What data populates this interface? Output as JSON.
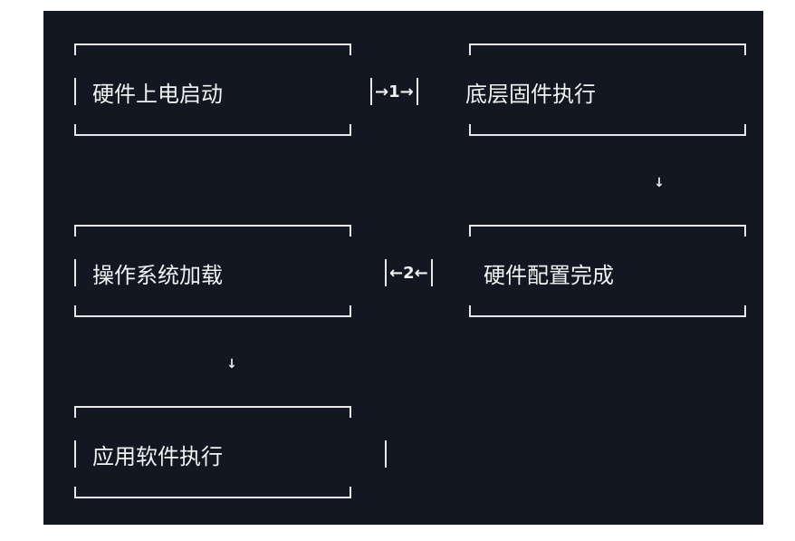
{
  "nodes": {
    "hw_power_on": "硬件上电启动",
    "firmware_exec": "底层固件执行",
    "hw_config_done": "硬件配置完成",
    "os_load": "操作系统加载",
    "app_exec": "应用软件执行"
  },
  "connectors": {
    "step1": "→1→",
    "step2": "←2←",
    "down1": "↓",
    "down2": "↓"
  }
}
